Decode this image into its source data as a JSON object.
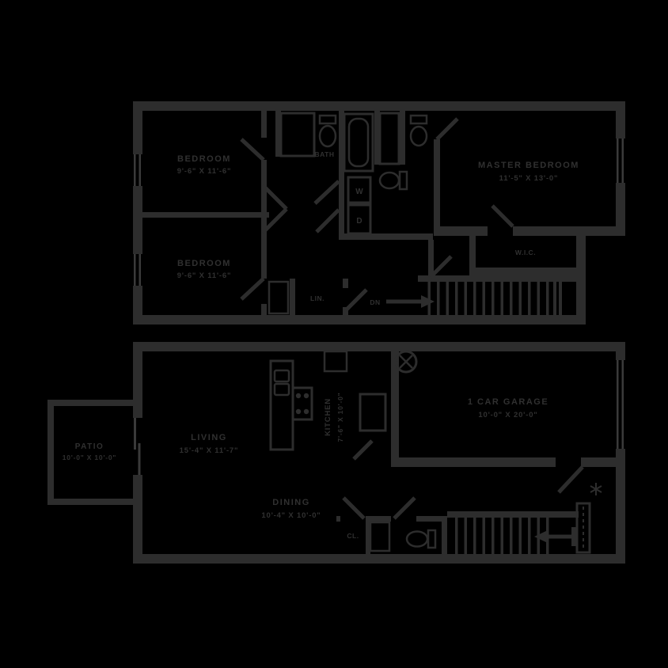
{
  "colors": {
    "background": "#000000",
    "line": "#2d2d2d",
    "window_line": "#3a3a3a",
    "text": "#303030"
  },
  "upper_floor": {
    "bedroom_1": {
      "name": "BEDROOM",
      "dims": "9'-6\" X 11'-6\""
    },
    "bedroom_2": {
      "name": "BEDROOM",
      "dims": "9'-6\" X 11'-6\""
    },
    "master_bedroom": {
      "name": "MASTER BEDROOM",
      "dims": "11'-5\" X 13'-0\""
    },
    "bath": {
      "name": "BATH"
    },
    "walk_in_closet": {
      "name": "W.I.C."
    },
    "linen": {
      "name": "LIN."
    },
    "washer": "W",
    "dryer": "D",
    "stairs_down": "DN"
  },
  "lower_floor": {
    "living": {
      "name": "LIVING",
      "dims": "15'-4\" X 11'-7\""
    },
    "kitchen": {
      "name": "KITCHEN",
      "dims": "7'-6\" X 10'-0\""
    },
    "dining": {
      "name": "DINING",
      "dims": "10'-4\" X 10'-0\""
    },
    "garage": {
      "name": "1 CAR GARAGE",
      "dims": "10'-0\" X 20'-0\""
    },
    "patio": {
      "name": "PATIO",
      "dims": "10'-0\" X 10'-0\""
    },
    "closet": {
      "name": "CL."
    }
  }
}
